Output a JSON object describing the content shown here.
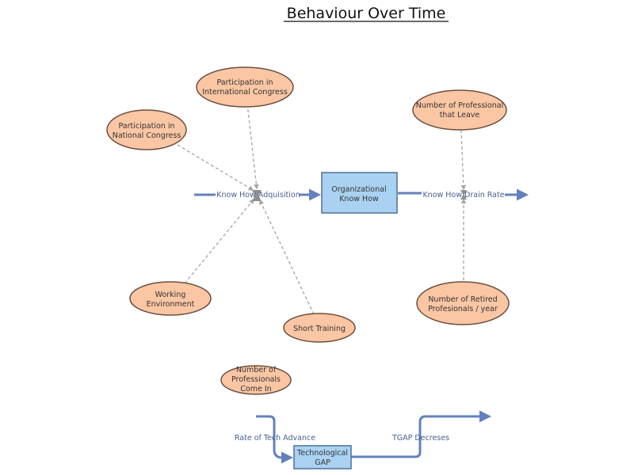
{
  "title": "Behaviour Over Time",
  "stocks": {
    "organizational_know_how": [
      "Organizational",
      "Know How"
    ],
    "technological_gap": [
      "Technological",
      "GAP"
    ]
  },
  "flows": {
    "know_how_adquisition": "Know How Adquisition",
    "know_how_drain_rate": "Know How Drain Rate",
    "rate_of_tech_advance": "Rate of Tech Advance",
    "tgap_decreses": "TGAP Decreses"
  },
  "auxiliaries": {
    "participation_international": [
      "Participation in",
      "International Congress"
    ],
    "participation_national": [
      "Participation in",
      "National Congress"
    ],
    "working_environment": [
      "Working",
      "Environment"
    ],
    "short_training": [
      "Short Training"
    ],
    "professionals_leave": [
      "Number of Professional",
      "that Leave"
    ],
    "retired_professionals": [
      "Number of Retired",
      "Profesionals / year"
    ],
    "professionals_come_in": [
      "Number of",
      "Professionals",
      "Come In"
    ]
  },
  "colors": {
    "stock_fill": "#a9d2f2",
    "stock_stroke": "#4f6f96",
    "aux_fill": "#fbc6a4",
    "aux_stroke": "#6b5040",
    "flow": "#6381bd",
    "connector": "#a5a5a5"
  }
}
